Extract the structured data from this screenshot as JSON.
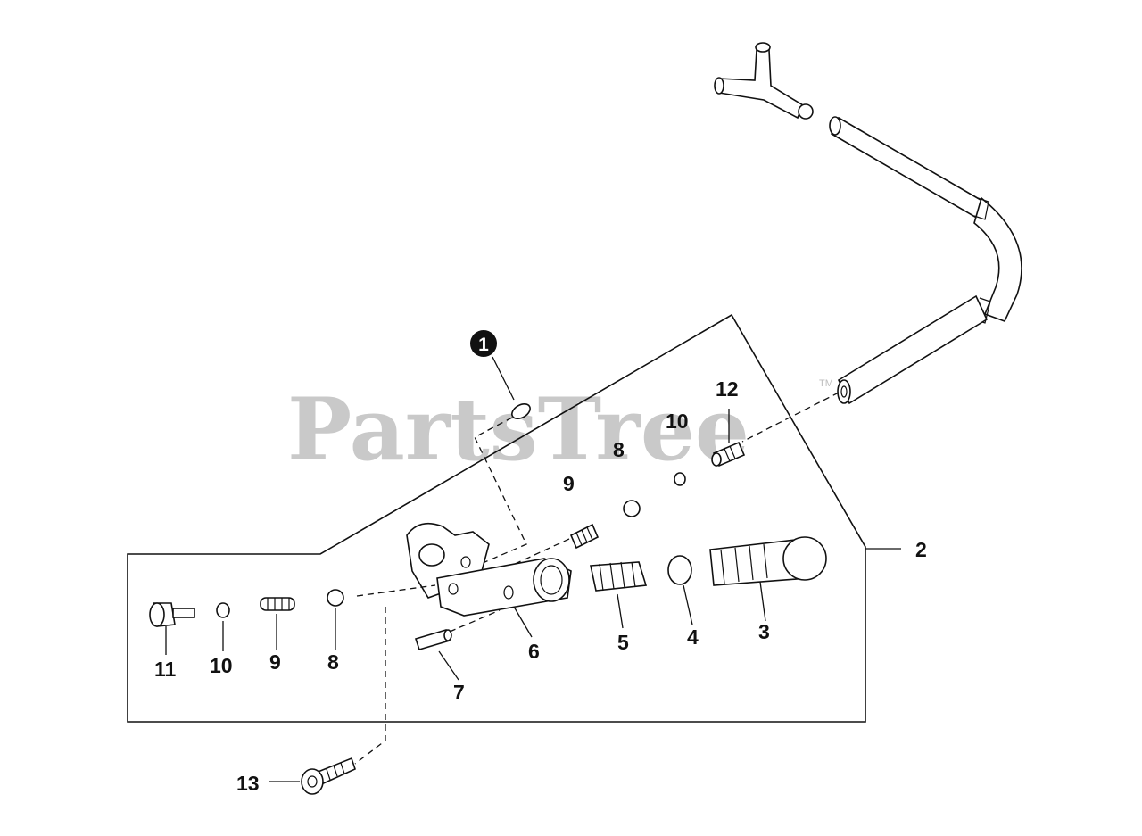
{
  "watermark": {
    "text": "PartsTree",
    "trademark": "TM"
  },
  "callouts": {
    "p1": "1",
    "p2": "2",
    "p3": "3",
    "p4": "4",
    "p5": "5",
    "p6": "6",
    "p7": "7",
    "p8_lower": "8",
    "p8_upper": "8",
    "p9_lower": "9",
    "p9_upper": "9",
    "p10_lower": "10",
    "p10_upper": "10",
    "p11": "11",
    "p12": "12",
    "p13": "13"
  }
}
